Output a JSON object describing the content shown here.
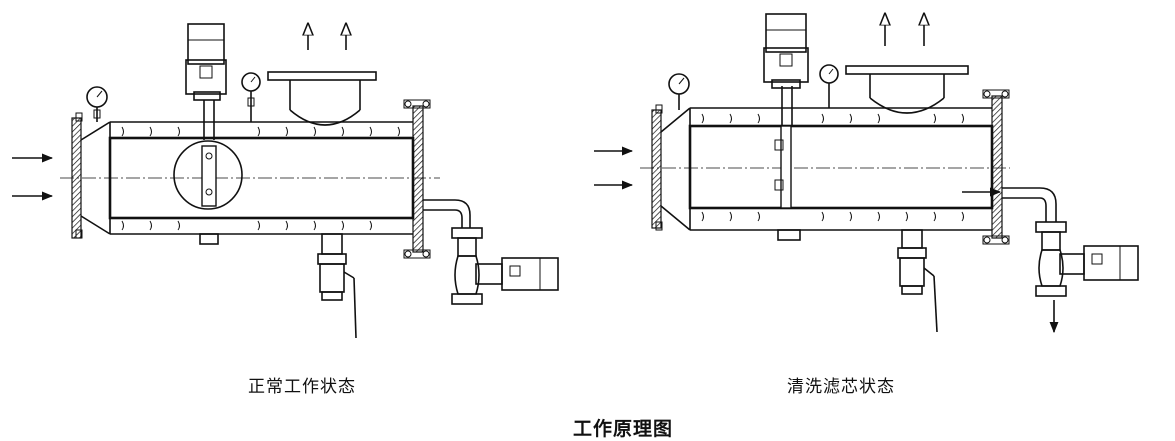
{
  "captions": {
    "normal_state": "正常工作状态",
    "cleaning_state": "清洗滤芯状态",
    "figure_title": "工作原理图"
  }
}
